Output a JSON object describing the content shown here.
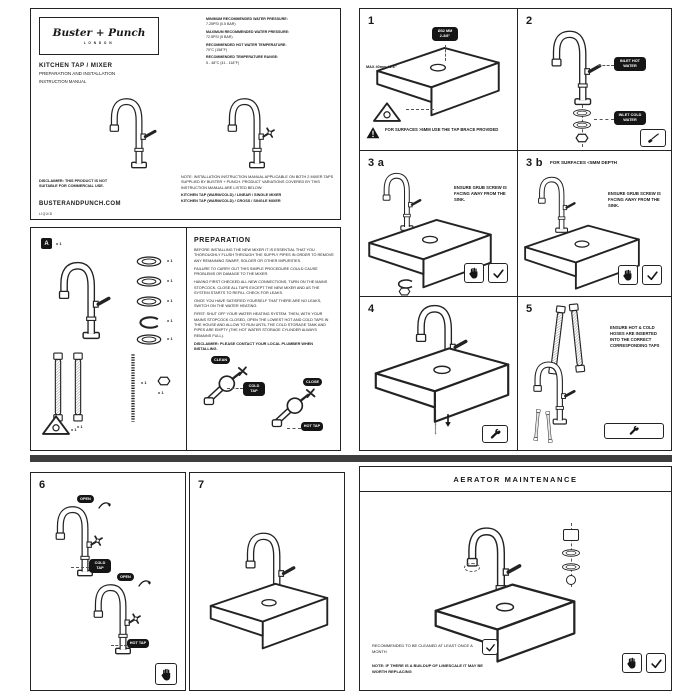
{
  "cover": {
    "brand": "Buster + Punch",
    "brand_sub": "LONDON",
    "title": "KITCHEN TAP / MIXER",
    "subtitle": "PREPARATION AND INSTALLATION",
    "manual_label": "INSTRUCTION MANUAL",
    "specs": [
      {
        "label": "MINIMUM RECOMMENDED WATER PRESSURE:",
        "value": "7.25PSI (0.5 BAR)"
      },
      {
        "label": "MAXIMUM RECOMMENDED WATER PRESSURE:",
        "value": "72.5PSI (5 BAR)"
      },
      {
        "label": "RECOMMENDED HOT WATER TEMPERATURE:",
        "value": "70°C (158°F)"
      },
      {
        "label": "RECOMMENDED TEMPERATURE RANGE:",
        "value": "5 - 48°C (41 - 118°F)"
      }
    ],
    "disclaimer": "DISCLAIMER: THIS PRODUCT IS NOT SUITABLE FOR COMMERCIAL USE.",
    "note": "NOTE: INSTALLATION INSTRUCTION MANUAL APPLICABLE ON BOTH 2 MIXER TAPS SUPPLIED BY BUSTER + PUNCH. PRODUCT VARIATIONS COVERED BY THIS INSTRUCTION MANUAL ARE LISTED BELOW:",
    "variant_1": "KITCHEN TAP (WARM/COLD) / LINEAR / SINGLE MIXER",
    "variant_2": "KITCHEN TAP (WARM/COLD) / CROSS / SINGLE MIXER",
    "website": "BUSTERANDPUNCH.COM",
    "code": "LIQUID"
  },
  "prep": {
    "kit_badge": "A",
    "qty": "x 1",
    "heading": "PREPARATION",
    "p1": "BEFORE INSTALLING THE NEW MIXER IT IS ESSENTIAL THAT YOU THOROUGHLY FLUSH THROUGH THE SUPPLY PIPES IN ORDER TO REMOVE ANY REMAINING SWARF, SOLDER OR OTHER IMPURITIES.",
    "p2": "FAILURE TO CARRY OUT THIS SIMPLE PROCEDURE COULD CAUSE PROBLEMS OR DAMAGE TO THE MIXER.",
    "p3": "HAVING FIRST CHECKED ALL NEW CONNECTIONS, TURN ON THE MAINS STOPCOCK. CLOSE ALL TAPS EXCEPT THE NEW MIXER AND AS THE SYSTEM STARTS TO REFILL CHECK FOR LEAKS.",
    "p4": "ONCE YOU HAVE SATISFIED YOURSELF THAT THERE ARE NO LEAKS, SWITCH ON THE WATER HEATING.",
    "p5": "FIRST: SHUT OFF YOUR WATER HEATING SYSTEM. THEN, WITH YOUR MAINS STOPCOCK CLOSED, OPEN THE LOWEST HOT AND COLD TAPS IN THE HOUSE AND ALLOW TO RUN UNTIL THE COLD STORAGE TANK AND PIPES ARE EMPTY (THE HOT WATER STORAGE CYLINDER ALWAYS REMAINS FULL).",
    "disclaimer": "DISCLAIMER: PLEASE CONTACT YOUR LOCAL PLUMBER WHEN INSTALLING.",
    "clean": "CLEAN",
    "close": "CLOSE",
    "cold_tap": "COLD TAP",
    "hot_tap": "HOT TAP"
  },
  "steps": {
    "s1": {
      "num": "1",
      "hole_l1": "Ø32 MM",
      "hole_l2": "2-3/8\"",
      "max": "MAX 40mm / 1.6\"",
      "warning": "FOR SURFACES >5MM USE THE TAP BRACE PROVIDED"
    },
    "s2": {
      "num": "2",
      "hot": "INLET HOT WATER",
      "cold": "INLET COLD WATER"
    },
    "s3a": {
      "num": "3 a",
      "note": "ENSURE GRUB SCREW IS FACING AWAY FROM THE SINK."
    },
    "s3b": {
      "num": "3 b",
      "title": "FOR SURFACES <5MM DEPTH",
      "note": "ENSURE GRUB SCREW IS FACING AWAY FROM THE SINK."
    },
    "s4": {
      "num": "4"
    },
    "s5": {
      "num": "5",
      "note": "ENSURE HOT & COLD HOSES ARE INSERTED INTO THE CORRECT CORRESPONDING TAPS"
    },
    "s6": {
      "num": "6",
      "open": "OPEN",
      "cold": "COLD TAP",
      "hot": "HOT TAP"
    },
    "s7": {
      "num": "7"
    }
  },
  "aerator": {
    "title": "AERATOR MAINTENANCE",
    "note1": "RECOMMENDED TO BE CLEANED AT LEAST ONCE A MONTH",
    "note2": "NOTE: IF THERE IS A BUILDUP OF LIMESCALE IT MAY BE WORTH REPLACING"
  }
}
